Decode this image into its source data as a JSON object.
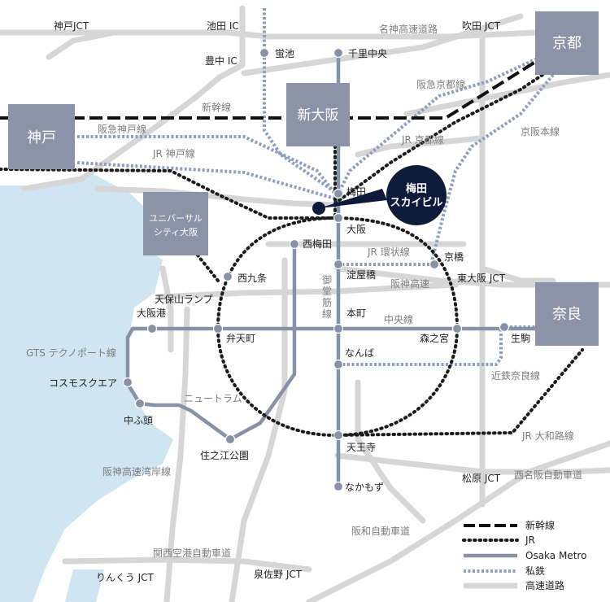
{
  "colors": {
    "water": "#cfe5f1",
    "expressway": "#d6d6d6",
    "metro": "#8792a6",
    "private": "#8d9dbd",
    "jr": "#1c1c1c",
    "shinkansen": "#111111",
    "city_box": "#8a93a8",
    "highlight": "#0e1a3a",
    "label": "#222222",
    "line_label": "#7d7d7d"
  },
  "cities": {
    "kobe": "神戸",
    "shin_osaka": "新大阪",
    "kyoto": "京都",
    "nara": "奈良",
    "usj": [
      "ユニバーサル",
      "シティ大阪"
    ]
  },
  "highlight": {
    "line1": "梅田",
    "line2": "スカイビル"
  },
  "stations": {
    "hotarugaike": "蛍池",
    "senri_chuo": "千里中央",
    "umeda": "梅田",
    "osaka": "大阪",
    "nishi_umeda": "西梅田",
    "yodoyabashi": "淀屋橋",
    "kyobashi": "京橋",
    "nishikujo": "西九条",
    "hommachi": "本町",
    "bentencho": "弁天町",
    "morinomiya": "森之宮",
    "ikoma": "生駒",
    "osakako": "大阪港",
    "namba": "なんば",
    "cosmo_square": "コスモスクエア",
    "nakafuto": "中ふ頭",
    "suminoe_koen": "住之江公園",
    "tennoji": "天王寺",
    "nakamozu": "なかもず"
  },
  "ics": {
    "kobe_jct": "神戸JCT",
    "ikeda_ic": "池田 IC",
    "suita_jct": "吹田 JCT",
    "toyonaka_ic": "豊中 IC",
    "higashi_osaka_jct": "東大阪 JCT",
    "tempozan": "天保山ランプ",
    "matsubara_jct": "松原 JCT",
    "izumisano_jct": "泉佐野 JCT",
    "rinku_jct": "りんくう JCT"
  },
  "line_labels": {
    "meishin": "名神高速道路",
    "hankyu_kyoto": "阪急京都線",
    "shinkansen": "新幹線",
    "hankyu_kobe": "阪急神戸線",
    "keihan": "京阪本線",
    "jr_kyoto": "JR 京都線",
    "jr_kobe": "JR 神戸線",
    "jr_loop": "JR 環状線",
    "hanshin_exp": "阪神高速",
    "midosuji": [
      "御",
      "堂",
      "筋",
      "線"
    ],
    "chuo": "中央線",
    "gts": "GTS テクノポート線",
    "new_tram": "ニュートラム",
    "kintetsu_nara": "近鉄奈良線",
    "jr_yamatoji": "JR 大和路線",
    "hanshin_wangan": "阪神高速湾岸線",
    "nishimeihan": "西名阪自動車道",
    "hanwa": "阪和自動車道",
    "kansai_airport": "関西空港自動車道"
  },
  "legend": [
    {
      "key": "shinkansen",
      "label": "新幹線"
    },
    {
      "key": "jr",
      "label": "JR"
    },
    {
      "key": "metro",
      "label": "Osaka Metro"
    },
    {
      "key": "private",
      "label": "私鉄"
    },
    {
      "key": "expressway",
      "label": "高速道路"
    }
  ]
}
